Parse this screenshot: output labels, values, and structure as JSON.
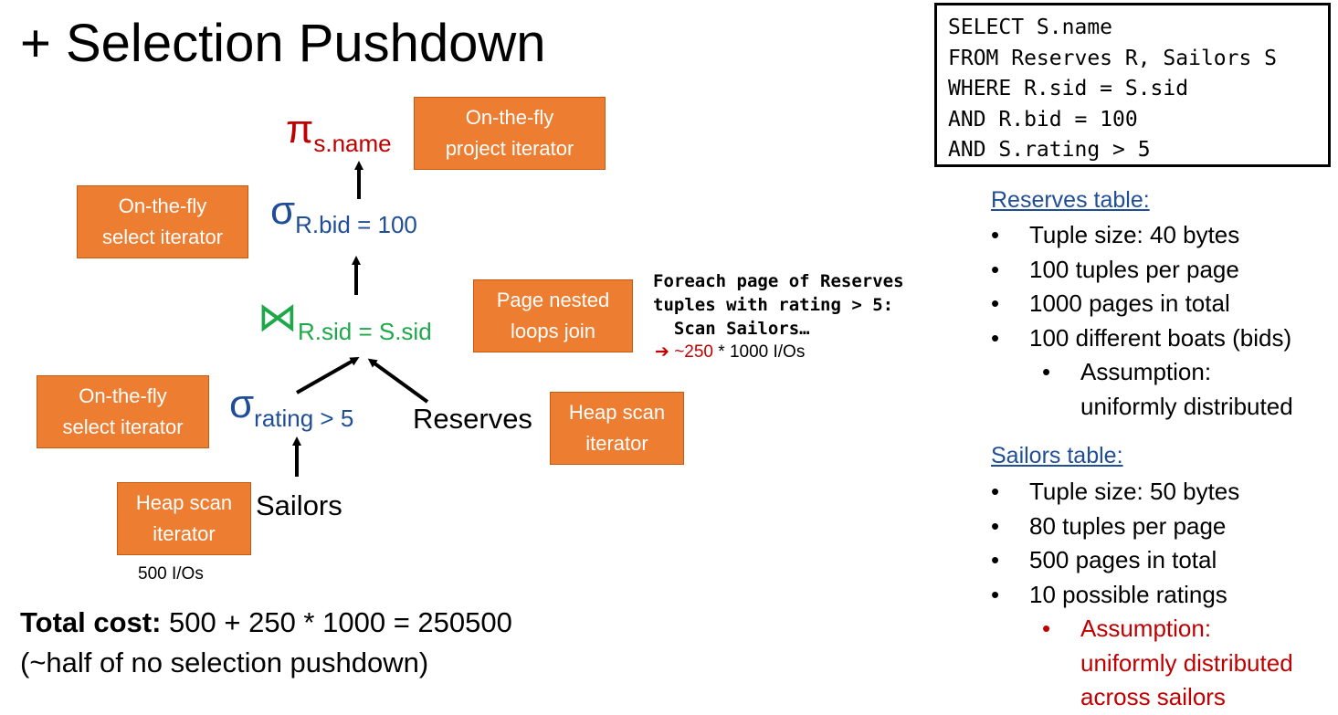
{
  "title": "+ Selection Pushdown",
  "sql": [
    "SELECT S.name",
    "FROM Reserves R, Sailors S",
    "WHERE R.sid = S.sid",
    "AND R.bid = 100",
    "AND S.rating > 5"
  ],
  "tree": {
    "project": {
      "symbol": "π",
      "subscript": "s.name"
    },
    "select_top": {
      "symbol": "σ",
      "subscript": "R.bid = 100"
    },
    "join": {
      "symbol": "⋈",
      "subscript": "R.sid = S.sid"
    },
    "select_bottom": {
      "symbol": "σ",
      "subscript": "rating > 5"
    },
    "reserves": "Reserves",
    "sailors": "Sailors"
  },
  "boxes": {
    "project_iter": [
      "On-the-fly",
      "project iterator"
    ],
    "select_iter_top": [
      "On-the-fly",
      "select iterator"
    ],
    "join_iter": [
      "Page nested",
      "loops join"
    ],
    "select_iter_bottom": [
      "On-the-fly",
      "select iterator"
    ],
    "heap_reserves": [
      "Heap scan",
      "iterator"
    ],
    "heap_sailors": [
      "Heap scan",
      "iterator"
    ]
  },
  "sailors_io": "500 I/Os",
  "join_note": {
    "lines": [
      "Foreach page of Reserves",
      "tuples with rating > 5:",
      "  Scan Sailors…"
    ],
    "arrow": "➔",
    "cost_red": "~250",
    "cost_rest": " * 1000 I/Os"
  },
  "reserves_table": {
    "heading": "Reserves table:",
    "items": [
      "Tuple size: 40 bytes",
      "100 tuples per page",
      "1000 pages in total",
      "100 different boats (bids)"
    ],
    "sub": [
      "Assumption:",
      "uniformly distributed"
    ]
  },
  "sailors_table": {
    "heading": "Sailors table:",
    "items": [
      "Tuple size: 50 bytes",
      "80 tuples per page",
      "500 pages in total",
      "10 possible ratings"
    ],
    "sub": [
      "Assumption:",
      "uniformly distributed",
      "across sailors"
    ]
  },
  "bullet": "•",
  "total": {
    "label": "Total cost:",
    "value": " 500 + 250 * 1000 = 250500",
    "note": "(~half of no selection pushdown)"
  },
  "colors": {
    "box": "#ED7D31",
    "red": "#C00000",
    "blue": "#1F4E96",
    "green": "#1FA84A"
  }
}
